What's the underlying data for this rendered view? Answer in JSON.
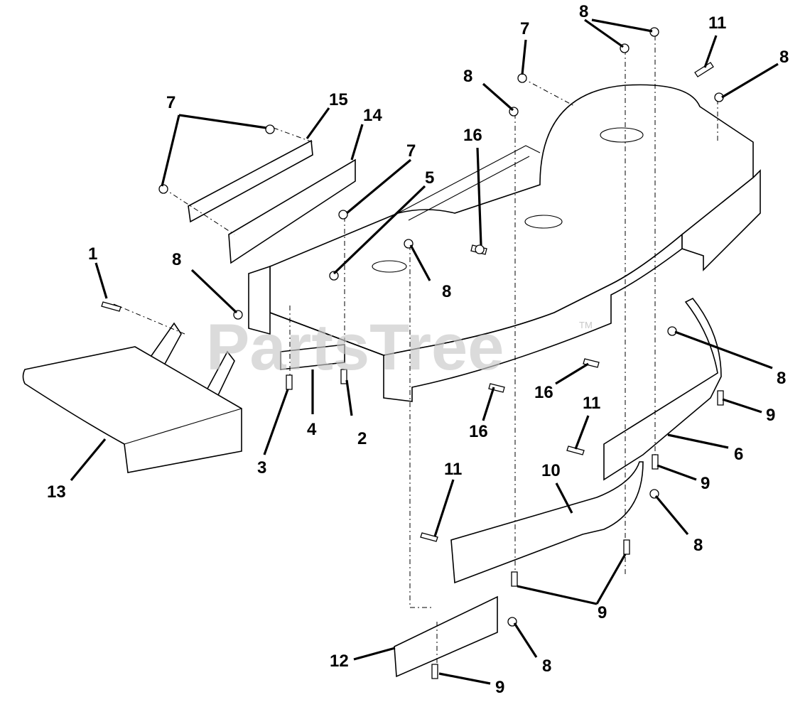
{
  "watermark": {
    "text": "PartsTree",
    "tm": "TM"
  },
  "callouts": [
    {
      "label": "1"
    },
    {
      "label": "2"
    },
    {
      "label": "3"
    },
    {
      "label": "4"
    },
    {
      "label": "5"
    },
    {
      "label": "6"
    },
    {
      "label": "7"
    },
    {
      "label": "7"
    },
    {
      "label": "7"
    },
    {
      "label": "8"
    },
    {
      "label": "8"
    },
    {
      "label": "8"
    },
    {
      "label": "8"
    },
    {
      "label": "8"
    },
    {
      "label": "8"
    },
    {
      "label": "8"
    },
    {
      "label": "8"
    },
    {
      "label": "9"
    },
    {
      "label": "9"
    },
    {
      "label": "9"
    },
    {
      "label": "9"
    },
    {
      "label": "10"
    },
    {
      "label": "11"
    },
    {
      "label": "11"
    },
    {
      "label": "11"
    },
    {
      "label": "12"
    },
    {
      "label": "13"
    },
    {
      "label": "14"
    },
    {
      "label": "15"
    },
    {
      "label": "16"
    },
    {
      "label": "16"
    },
    {
      "label": "16"
    }
  ]
}
